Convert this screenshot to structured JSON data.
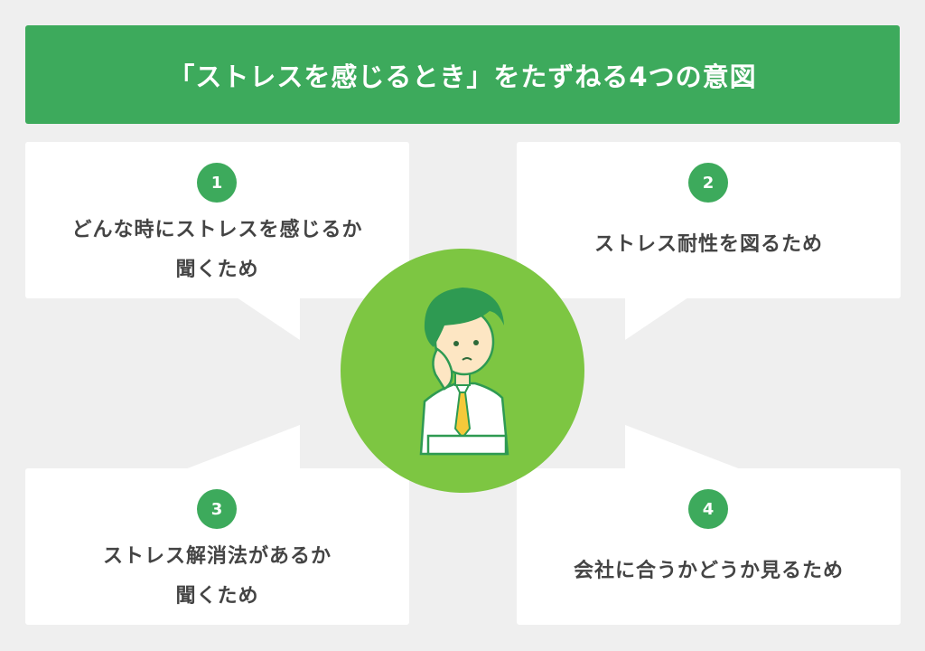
{
  "title": "「ストレスを感じるとき」をたずねる4つの意図",
  "items": [
    {
      "number": "1",
      "line1": "どんな時にストレスを感じるか",
      "line2": "聞くため"
    },
    {
      "number": "2",
      "line1": "ストレス耐性を図るため",
      "line2": ""
    },
    {
      "number": "3",
      "line1": "ストレス解消法があるか",
      "line2": "聞くため"
    },
    {
      "number": "4",
      "line1": "会社に合うかどうか見るため",
      "line2": ""
    }
  ],
  "colors": {
    "accent": "#3daa5c",
    "circle": "#7dc642",
    "background": "#efefef"
  }
}
